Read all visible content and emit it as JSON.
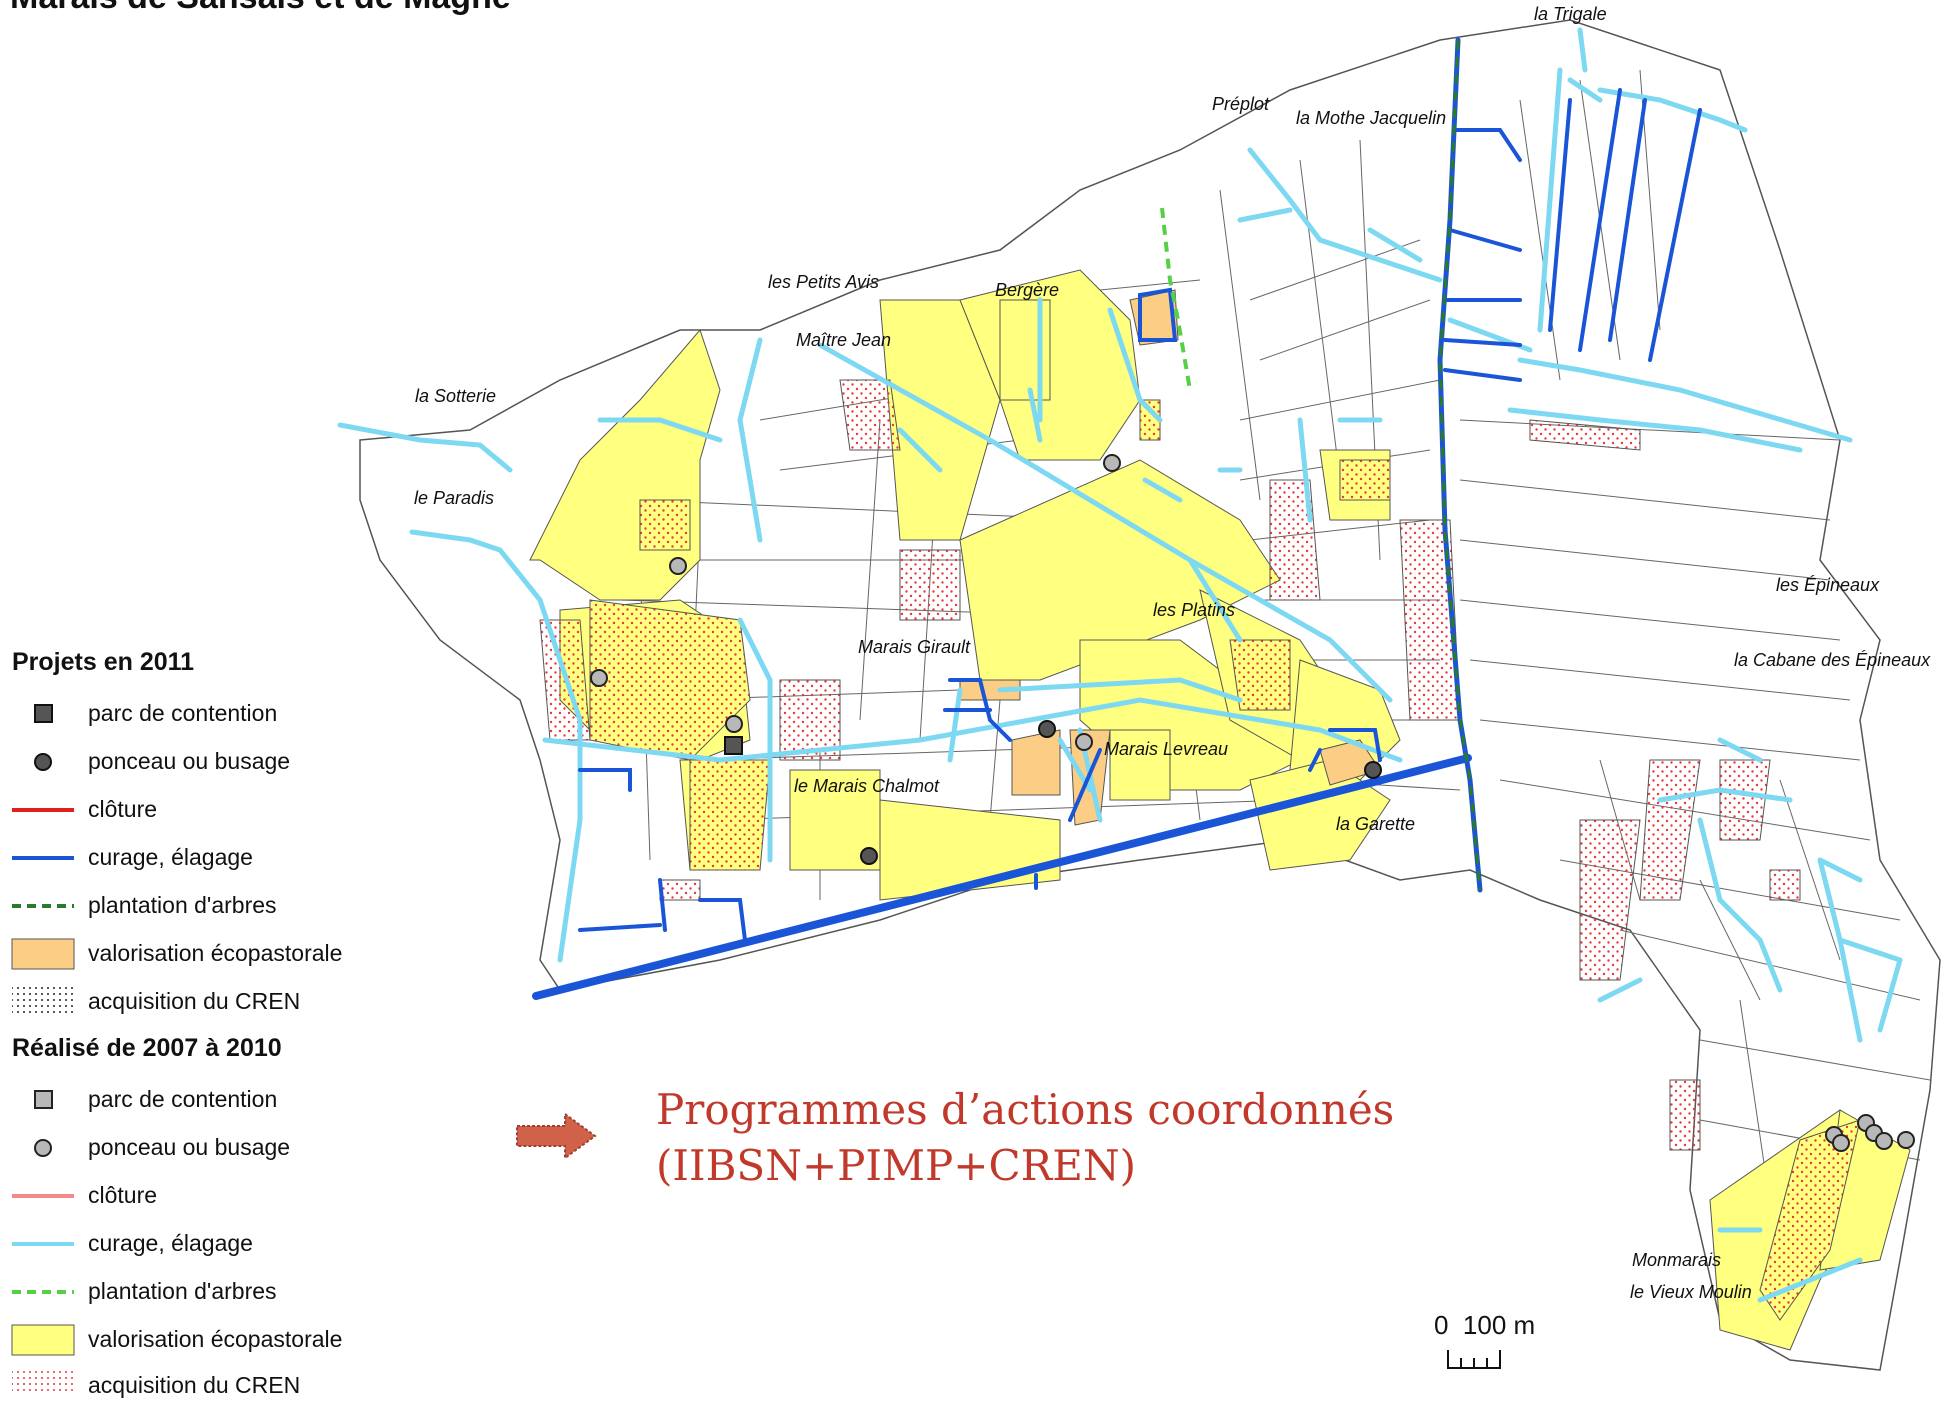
{
  "map": {
    "title": "Marais de Sansais et de Magné",
    "place_names": [
      {
        "id": "la-trigale",
        "text": "la Trigale"
      },
      {
        "id": "preplot",
        "text": "Préplot"
      },
      {
        "id": "la-mothe-jacquelin",
        "text": "la Mothe Jacquelin"
      },
      {
        "id": "les-petits-avis",
        "text": "les Petits Avis"
      },
      {
        "id": "bergere",
        "text": "Bergère"
      },
      {
        "id": "maitre-jean",
        "text": "Maître Jean"
      },
      {
        "id": "la-sotterie",
        "text": "la Sotterie"
      },
      {
        "id": "le-paradis",
        "text": "le Paradis"
      },
      {
        "id": "les-epineaux",
        "text": "les Épineaux"
      },
      {
        "id": "les-platins",
        "text": "les Platins"
      },
      {
        "id": "la-cabane-des-epineaux",
        "text": "la Cabane des Épineaux"
      },
      {
        "id": "marais-girault",
        "text": "Marais Girault"
      },
      {
        "id": "marais-levreau",
        "text": "Marais Levreau"
      },
      {
        "id": "le-marais-chalmot",
        "text": "le Marais Chalmot"
      },
      {
        "id": "la-garette",
        "text": "la Garette"
      },
      {
        "id": "monmarais",
        "text": "Monmarais"
      },
      {
        "id": "le-vieux-moulin",
        "text": "le Vieux Moulin"
      }
    ],
    "colors": {
      "yellow": "#ffff80",
      "orange": "#fcce85",
      "light_blue": "#7dd8f2",
      "dark_blue": "#1a55d8",
      "red_dots": "#e8383a",
      "green": "#2aa02a",
      "parcel_lines": "#555555"
    }
  },
  "legend": {
    "projets_2011": {
      "heading": "Projets en 2011",
      "items": [
        {
          "symbol": "square-dark",
          "label": "parc de contention"
        },
        {
          "symbol": "circle-dark",
          "label": "ponceau ou busage"
        },
        {
          "symbol": "line-red",
          "label": "clôture"
        },
        {
          "symbol": "line-dark-blue",
          "label": "curage, élagage"
        },
        {
          "symbol": "line-dark-green-dashed",
          "label": "plantation d'arbres"
        },
        {
          "symbol": "fill-orange",
          "label": "valorisation écopastorale"
        },
        {
          "symbol": "dots-black",
          "label": "acquisition du CREN"
        }
      ]
    },
    "realise_2007_2010": {
      "heading": "Réalisé de 2007 à 2010",
      "items": [
        {
          "symbol": "square-light",
          "label": "parc de contention"
        },
        {
          "symbol": "circle-light",
          "label": "ponceau ou busage"
        },
        {
          "symbol": "line-pink",
          "label": "clôture"
        },
        {
          "symbol": "line-light-blue",
          "label": "curage, élagage"
        },
        {
          "symbol": "line-light-green-dashed",
          "label": "plantation d'arbres"
        },
        {
          "symbol": "fill-yellow",
          "label": "valorisation écopastorale"
        },
        {
          "symbol": "dots-red",
          "label": "acquisition du CREN"
        }
      ]
    }
  },
  "program": {
    "line1": "Programmes d’actions coordonnés",
    "line2": "(IIBSN+PIMP+CREN)",
    "arrow_icon": "right-arrow-icon"
  },
  "scale_bar": {
    "label": "0  100 m"
  }
}
